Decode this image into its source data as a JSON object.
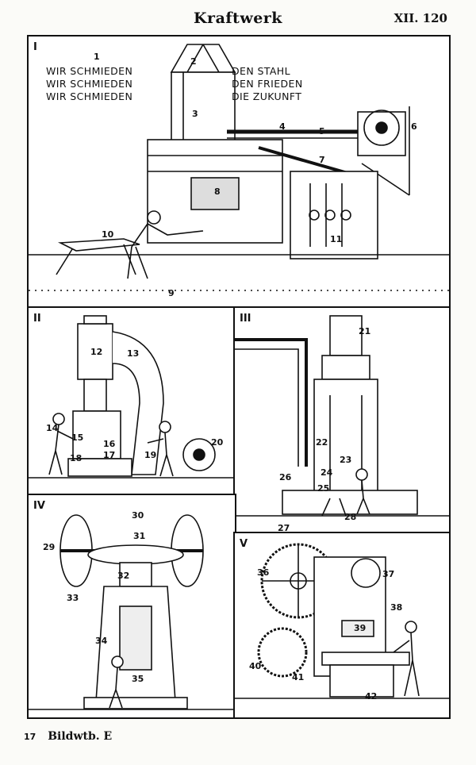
{
  "header": {
    "title": "Kraftwerk",
    "page": "XII. 120"
  },
  "footer": {
    "page": "17",
    "source": "Bildwtb. E"
  },
  "plates": [
    {
      "id": "I",
      "slogan_left": [
        "WIR SCHMIEDEN",
        "WIR SCHMIEDEN",
        "WIR SCHMIEDEN"
      ],
      "slogan_right": [
        "DEN STAHL",
        "DEN FRIEDEN",
        "DIE ZUKUNFT"
      ],
      "callouts": [
        "1",
        "2",
        "3",
        "4",
        "5",
        "6",
        "7",
        "8",
        "9",
        "10",
        "11"
      ]
    },
    {
      "id": "II",
      "callouts": [
        "12",
        "13",
        "14",
        "15",
        "16",
        "17",
        "18",
        "19",
        "20"
      ]
    },
    {
      "id": "III",
      "callouts": [
        "21",
        "22",
        "23",
        "24",
        "25",
        "26",
        "27",
        "28"
      ]
    },
    {
      "id": "IV",
      "callouts": [
        "29",
        "30",
        "31",
        "32",
        "33",
        "34",
        "35"
      ]
    },
    {
      "id": "V",
      "callouts": [
        "36",
        "37",
        "38",
        "39",
        "40",
        "41",
        "42"
      ]
    }
  ]
}
